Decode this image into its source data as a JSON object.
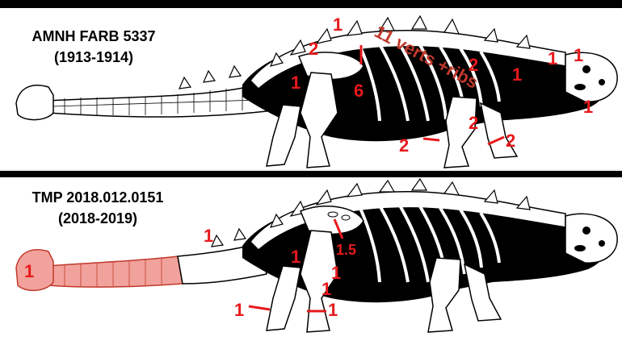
{
  "colors": {
    "background": "#ffffff",
    "skeleton_fill": "#ffffff",
    "body_fill": "#000000",
    "annotation": "#e8191c",
    "highlight_fill": "#f2a29c",
    "highlight_stroke": "#c0392b",
    "bars": "#000000"
  },
  "panels": [
    {
      "specimen_id": "AMNH FARB 5337",
      "years": "(1913-1914)",
      "labels": [
        "1",
        "2",
        "6",
        "11 verts +ribs",
        "2",
        "1",
        "1",
        "1",
        "1",
        "1",
        "2",
        "2",
        "2"
      ]
    },
    {
      "specimen_id": "TMP 2018.012.0151",
      "years": "(2018-2019)",
      "labels": [
        "1",
        "1.5",
        "1",
        "1",
        "1",
        "1",
        "1",
        "1"
      ],
      "highlighted_label": "1"
    }
  ]
}
